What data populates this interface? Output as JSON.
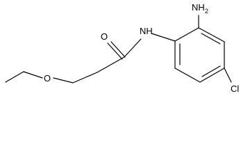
{
  "molecule": {
    "atoms": {
      "amine_group": {
        "symbol": "NH",
        "subscript": "2"
      },
      "amide_nitrogen": {
        "symbol": "NH"
      },
      "carbonyl_oxygen": {
        "symbol": "O"
      },
      "ether_oxygen": {
        "symbol": "O"
      },
      "chlorine": {
        "symbol": "Cl"
      }
    },
    "colors": {
      "bond": "#000000",
      "label": "#000000",
      "background": "#ffffff"
    }
  }
}
